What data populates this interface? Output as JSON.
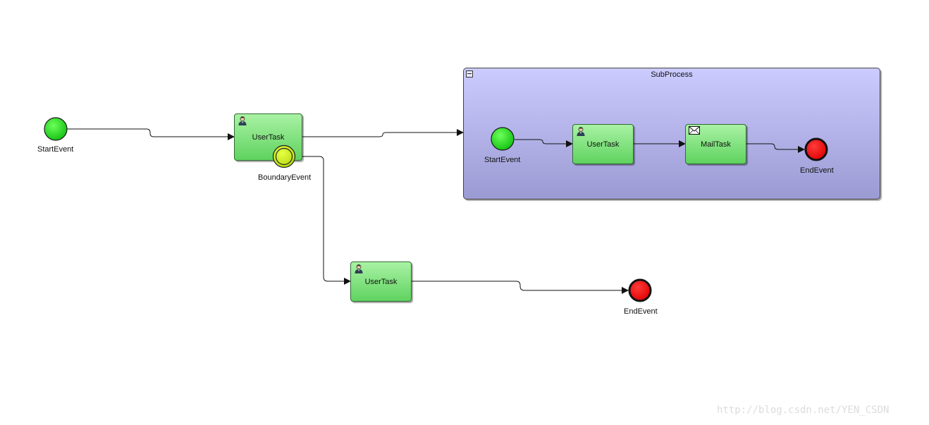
{
  "diagram": {
    "start_event": {
      "label": "StartEvent",
      "color": "#22dd11"
    },
    "user_task_1": {
      "label": "UserTask",
      "icon": "user-icon"
    },
    "boundary_event": {
      "label": "BoundaryEvent",
      "color": "#ccee22"
    },
    "user_task_2": {
      "label": "UserTask",
      "icon": "user-icon"
    },
    "end_event": {
      "label": "EndEvent",
      "color": "#ee1111"
    },
    "subprocess": {
      "title": "SubProcess",
      "fill_color": "#b4b4ee",
      "start_event": {
        "label": "StartEvent"
      },
      "user_task": {
        "label": "UserTask",
        "icon": "user-icon"
      },
      "mail_task": {
        "label": "MailTask",
        "icon": "envelope-icon"
      },
      "end_event": {
        "label": "EndEvent"
      }
    },
    "task_color": "#7fe37a"
  },
  "watermark": "http://blog.csdn.net/YEN_CSDN"
}
